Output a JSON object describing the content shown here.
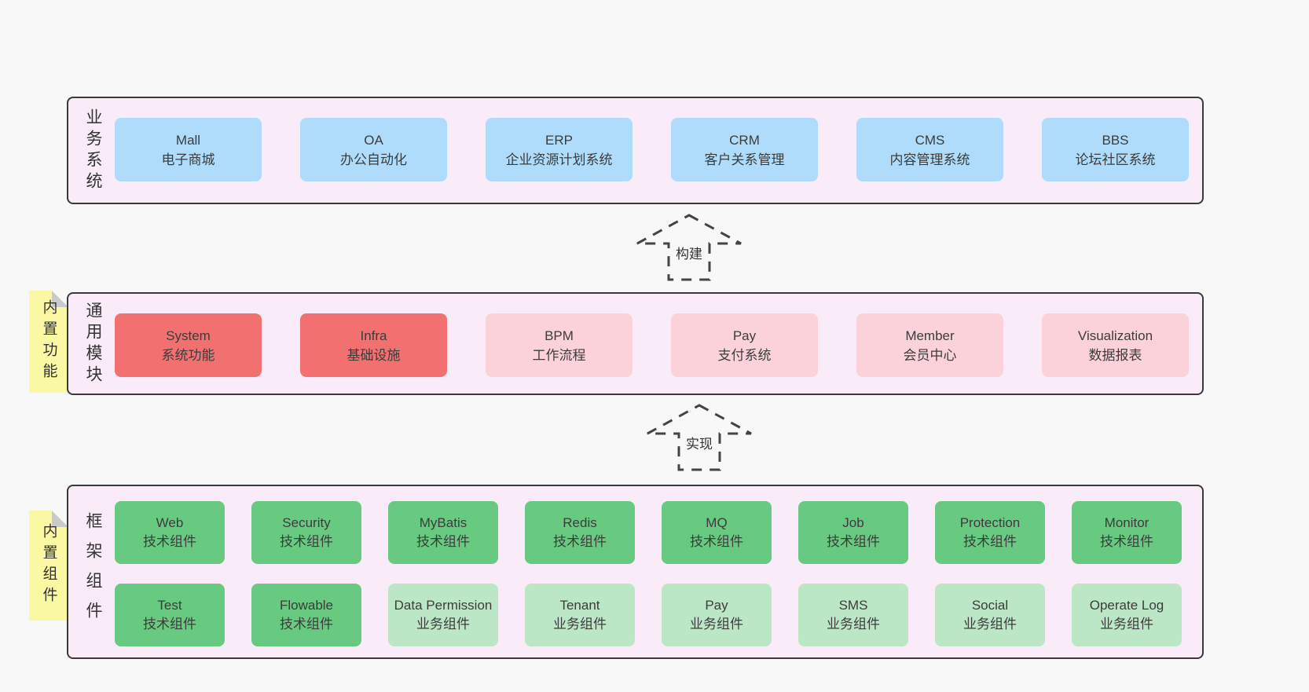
{
  "business": {
    "label": "业务系统",
    "items": [
      {
        "title": "Mall",
        "subtitle": "电子商城"
      },
      {
        "title": "OA",
        "subtitle": "办公自动化"
      },
      {
        "title": "ERP",
        "subtitle": "企业资源计划系统"
      },
      {
        "title": "CRM",
        "subtitle": "客户关系管理"
      },
      {
        "title": "CMS",
        "subtitle": "内容管理系统"
      },
      {
        "title": "BBS",
        "subtitle": "论坛社区系统"
      }
    ]
  },
  "arrows": {
    "build": "构建",
    "implement": "实现"
  },
  "modules": {
    "label": "通用模块",
    "tab": "内置功能",
    "items": [
      {
        "title": "System",
        "subtitle": "系统功能"
      },
      {
        "title": "Infra",
        "subtitle": "基础设施"
      },
      {
        "title": "BPM",
        "subtitle": "工作流程"
      },
      {
        "title": "Pay",
        "subtitle": "支付系统"
      },
      {
        "title": "Member",
        "subtitle": "会员中心"
      },
      {
        "title": "Visualization",
        "subtitle": "数据报表"
      }
    ]
  },
  "framework": {
    "label": "框架组件",
    "tab": "内置组件",
    "row1": [
      {
        "title": "Web",
        "subtitle": "技术组件"
      },
      {
        "title": "Security",
        "subtitle": "技术组件"
      },
      {
        "title": "MyBatis",
        "subtitle": "技术组件"
      },
      {
        "title": "Redis",
        "subtitle": "技术组件"
      },
      {
        "title": "MQ",
        "subtitle": "技术组件"
      },
      {
        "title": "Job",
        "subtitle": "技术组件"
      },
      {
        "title": "Protection",
        "subtitle": "技术组件"
      },
      {
        "title": "Monitor",
        "subtitle": "技术组件"
      }
    ],
    "row2": [
      {
        "title": "Test",
        "subtitle": "技术组件"
      },
      {
        "title": "Flowable",
        "subtitle": "技术组件"
      },
      {
        "title": "Data Permission",
        "subtitle": "业务组件"
      },
      {
        "title": "Tenant",
        "subtitle": "业务组件"
      },
      {
        "title": "Pay",
        "subtitle": "业务组件"
      },
      {
        "title": "SMS",
        "subtitle": "业务组件"
      },
      {
        "title": "Social",
        "subtitle": "业务组件"
      },
      {
        "title": "Operate Log",
        "subtitle": "业务组件"
      }
    ]
  },
  "colors": {
    "page_bg": "#f8f8f8",
    "panel_bg": "#f9ecf8",
    "panel_border": "#3a3a3a",
    "business_box": "#aedcfa",
    "module_core": "#f37070",
    "module_optional": "#fbd2da",
    "component_tech": "#68ca80",
    "component_biz": "#bce7c6",
    "sticky_tab": "#fbf8a3"
  }
}
